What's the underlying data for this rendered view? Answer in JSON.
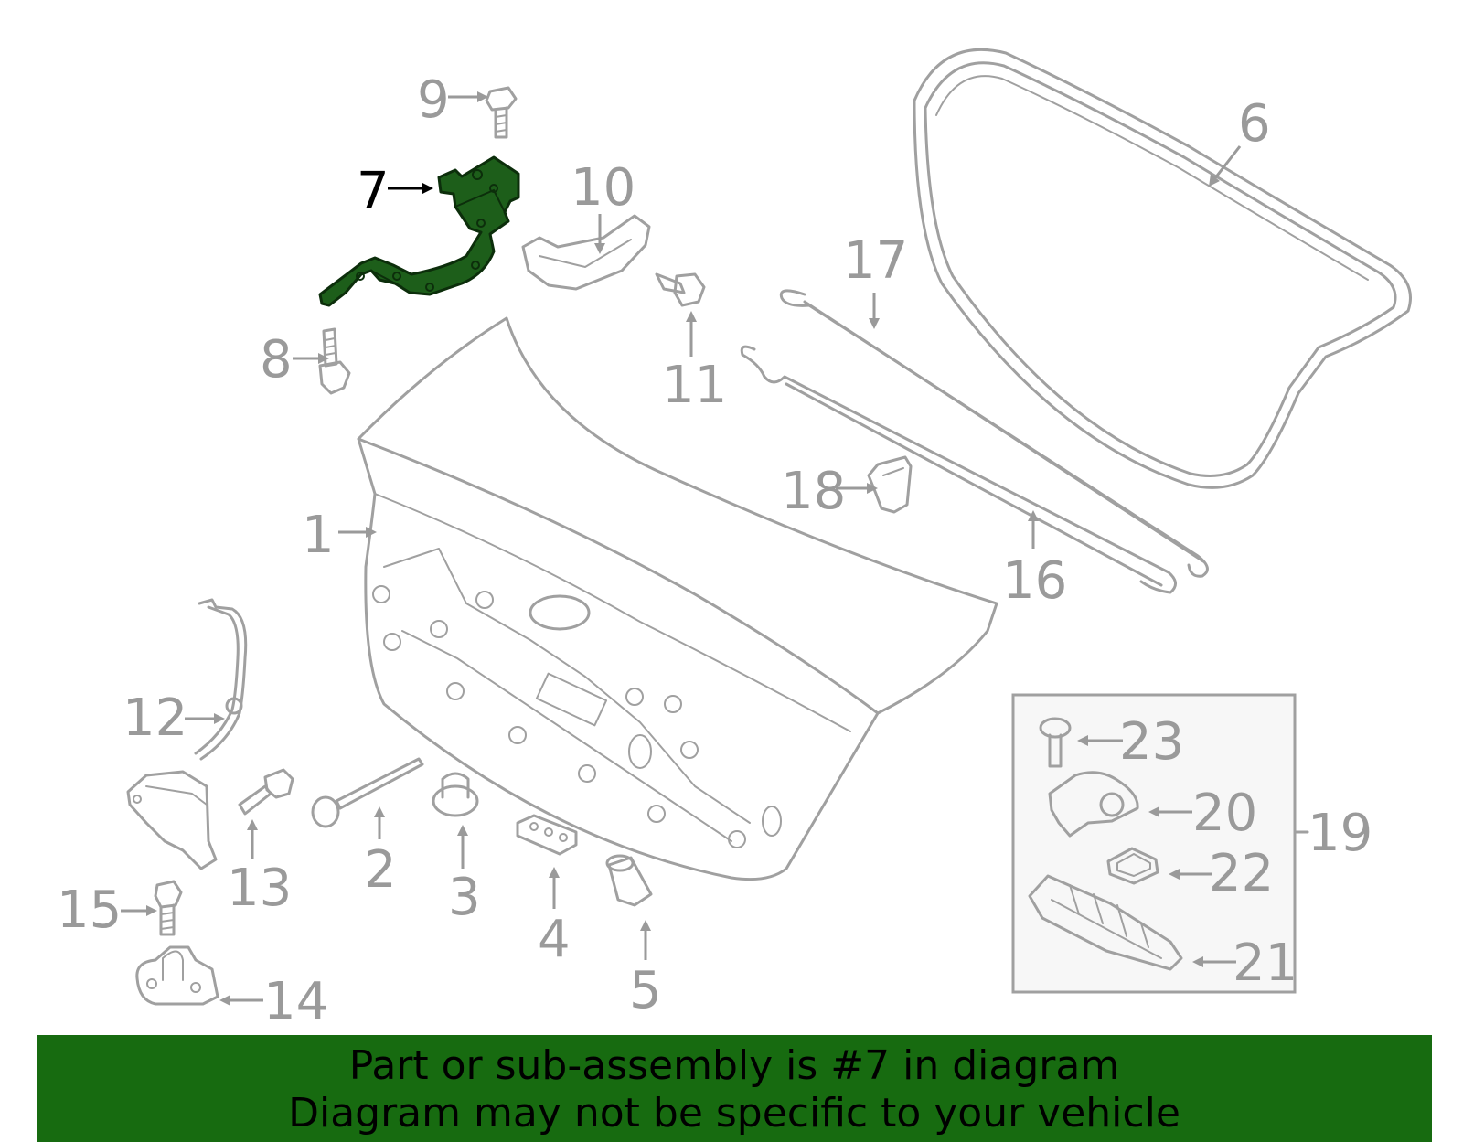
{
  "callouts": {
    "c1": "1",
    "c2": "2",
    "c3": "3",
    "c4": "4",
    "c5": "5",
    "c6": "6",
    "c7": "7",
    "c8": "8",
    "c9": "9",
    "c10": "10",
    "c11": "11",
    "c12": "12",
    "c13": "13",
    "c14": "14",
    "c15": "15",
    "c16": "16",
    "c17": "17",
    "c18": "18",
    "c19": "19",
    "c20": "20",
    "c21": "21",
    "c22": "22",
    "c23": "23"
  },
  "highlight_part": "7",
  "colors": {
    "highlight": "#1d5e1a",
    "banner": "#176b10",
    "line": "#a0a0a0"
  },
  "banner": {
    "line1": "Part or sub-assembly is #7 in diagram",
    "line2": "Diagram may not be specific to your vehicle"
  }
}
